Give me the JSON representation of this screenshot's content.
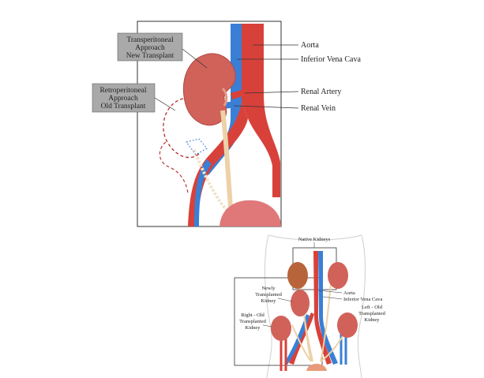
{
  "top_figure": {
    "box_new": [
      "Transperitoneal",
      "Approach",
      "New Transplant"
    ],
    "box_old": [
      "Retroperitoneal",
      "Approach",
      "Old Transplant"
    ],
    "labels": {
      "aorta": "Aorta",
      "ivc": "Inferior Vena Cava",
      "renal_artery": "Renal Artery",
      "renal_vein": "Renal Vein"
    }
  },
  "bottom_figure": {
    "native_kidneys": "Native Kidneys",
    "newly_transplanted": [
      "Newly",
      "Transplanted",
      "Kidney"
    ],
    "aorta": "Aorta",
    "ivc": "Inferior Vena Cava",
    "left_old": [
      "Left - Old",
      "Transplanted",
      "Kidney"
    ],
    "right_old": [
      "Right - Old",
      "Transplanted",
      "Kidney"
    ]
  },
  "colors": {
    "artery": "#d8413a",
    "vein": "#3a7fd6",
    "kidney": "#d0625a",
    "ureter": "#ecd2a8",
    "box_fill": "#a9a9a9",
    "old_outline": "#b83a3a"
  }
}
